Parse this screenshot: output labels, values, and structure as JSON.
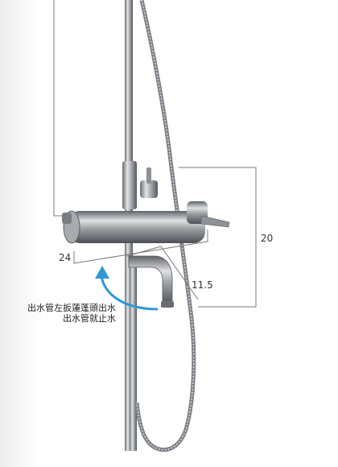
{
  "dimensions": {
    "height_label": "20",
    "width_label": "24",
    "spout_label": "11.5"
  },
  "caption": {
    "line1": "出水管左扳蓮蓬頭出水",
    "line2": "出水管就止水"
  },
  "colors": {
    "dimension_line": "#7a7a7a",
    "arrow": "#2f97d6",
    "metal_dark": "#5a5d62",
    "metal_light": "#d8dadd"
  },
  "icons": {
    "rotation_arrow": "curved-arrow-icon"
  }
}
